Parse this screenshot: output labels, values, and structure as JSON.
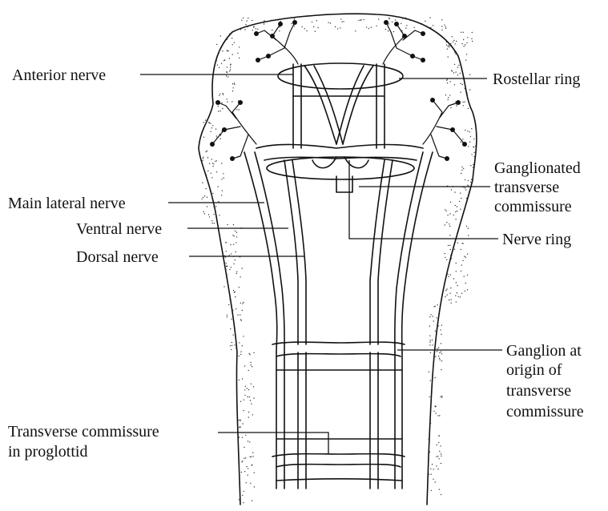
{
  "labels": {
    "anterior_nerve": "Anterior nerve",
    "main_lateral_nerve": "Main lateral nerve",
    "ventral_nerve": "Ventral nerve",
    "dorsal_nerve": "Dorsal nerve",
    "transverse_commissure_proglottid": [
      "Transverse commissure",
      "in proglottid"
    ],
    "rostellar_ring": "Rostellar ring",
    "ganglionated_transverse_commissure": [
      "Ganglionated",
      "transverse",
      "commissure"
    ],
    "nerve_ring": "Nerve ring",
    "ganglion_origin": [
      "Ganglion at",
      "origin of",
      "transverse",
      "commissure"
    ]
  }
}
